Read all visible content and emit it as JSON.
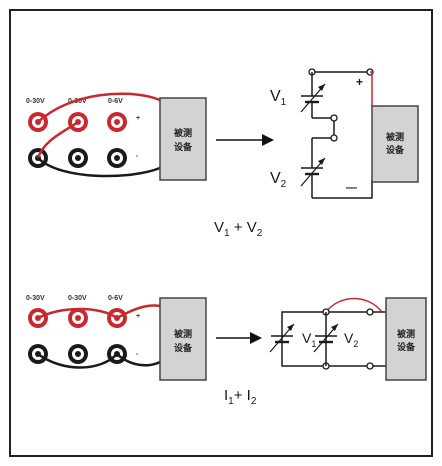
{
  "series_diagram": {
    "terminal_labels": [
      "0-30V",
      "0-30V",
      "0-6V"
    ],
    "plus_sign": "+",
    "minus_sign": "-",
    "device_label_line1": "被测",
    "device_label_line2": "设备",
    "source_1": "V",
    "source_1_sub": "1",
    "source_2": "V",
    "source_2_sub": "2",
    "plus_marker": "+",
    "minus_marker": "—",
    "formula": {
      "a": "V",
      "a_sub": "1",
      "op": " + ",
      "b": "V",
      "b_sub": "2"
    }
  },
  "parallel_diagram": {
    "terminal_labels": [
      "0-30V",
      "0-30V",
      "0-6V"
    ],
    "plus_sign": "+",
    "minus_sign": "-",
    "device_label_line1": "被测",
    "device_label_line2": "设备",
    "source_1": "V",
    "source_1_sub": "1",
    "source_2": "V",
    "source_2_sub": "2",
    "formula": {
      "a": "I",
      "a_sub": "1",
      "op": "+ ",
      "b": "I",
      "b_sub": "2"
    }
  },
  "colors": {
    "red_wire": "#c8282e",
    "black_wire": "#1a1a1a",
    "device_fill": "#d3d3d3"
  }
}
